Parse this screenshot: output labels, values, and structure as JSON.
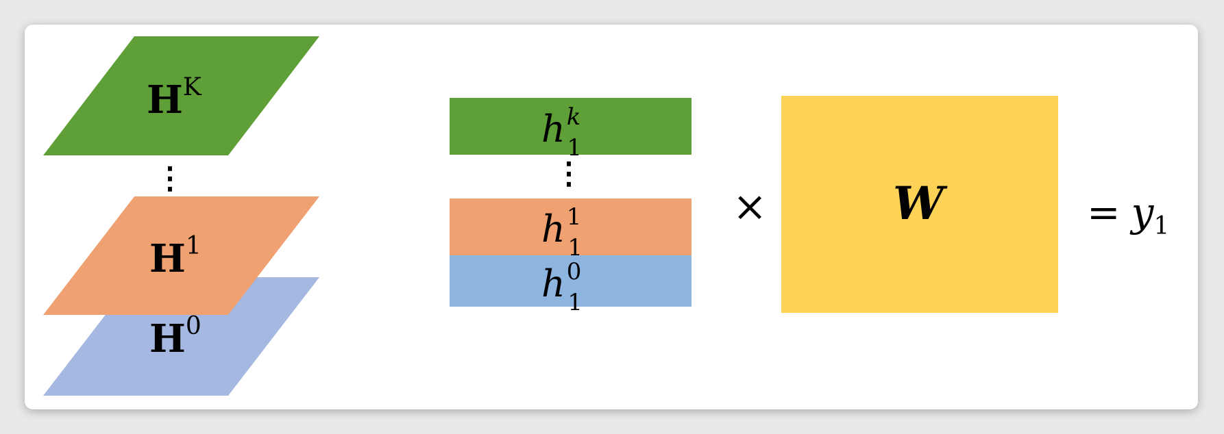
{
  "colors": {
    "green": "#5e9f37",
    "orange": "#efa171",
    "blue_stack": "#a5b8e1",
    "blue_bar": "#8eb5df",
    "yellow": "#fcd356",
    "background": "#e9e9e9",
    "panel": "#ffffff"
  },
  "stack": {
    "top_label": "H",
    "top_sup": "K",
    "middle_label": "H",
    "middle_sup": "1",
    "bottom_label": "H",
    "bottom_sup": "0",
    "ellipsis": "⋮"
  },
  "vector": {
    "top_base": "h",
    "top_sup": "k",
    "top_sub": "1",
    "middle_base": "h",
    "middle_sup": "1",
    "middle_sub": "1",
    "bottom_base": "h",
    "bottom_sup": "0",
    "bottom_sub": "1",
    "ellipsis": "⋮"
  },
  "operator": {
    "times": "×"
  },
  "weight": {
    "label": "W"
  },
  "result": {
    "equals": "=",
    "base": "y",
    "sub": "1"
  }
}
